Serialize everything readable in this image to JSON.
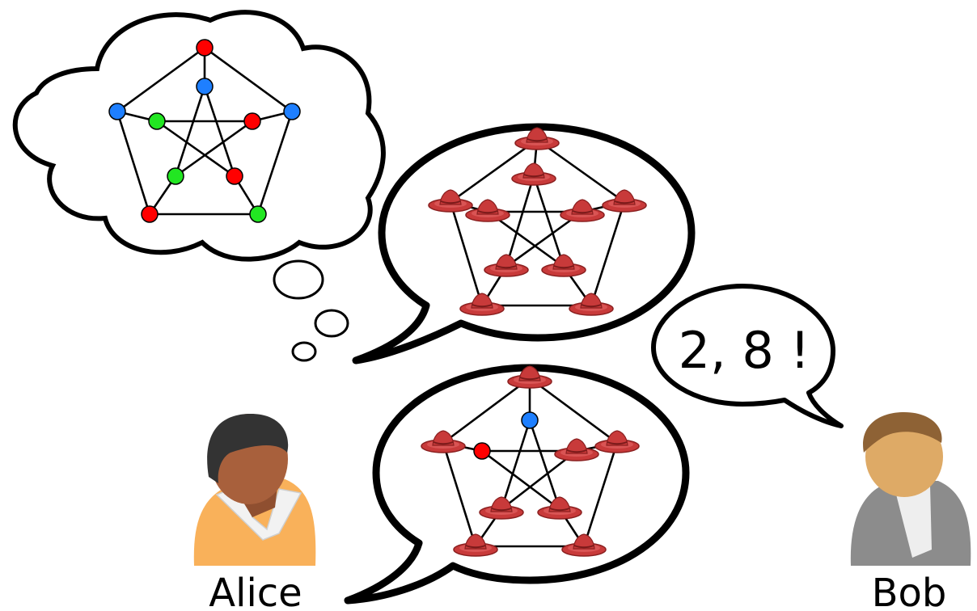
{
  "people": {
    "alice": {
      "name": "Alice",
      "skin": "#a8603c",
      "hair": "#333333",
      "shirt": "#f9b15a"
    },
    "bob": {
      "name": "Bob",
      "skin": "#deaa66",
      "hair": "#8e6235",
      "shirt": "#8c8c8c"
    }
  },
  "bob_speech": {
    "text": "2, 8 !"
  },
  "colors": {
    "red": "#ff0000",
    "blue": "#1e7fff",
    "green": "#22e622",
    "hat": "#c83a3a",
    "hat_light": "#e06060"
  },
  "graphs": {
    "edges": [
      [
        0,
        1
      ],
      [
        1,
        2
      ],
      [
        2,
        3
      ],
      [
        3,
        4
      ],
      [
        4,
        0
      ],
      [
        0,
        5
      ],
      [
        1,
        6
      ],
      [
        2,
        7
      ],
      [
        3,
        8
      ],
      [
        4,
        9
      ],
      [
        5,
        7
      ],
      [
        7,
        9
      ],
      [
        9,
        6
      ],
      [
        6,
        8
      ],
      [
        8,
        5
      ]
    ],
    "coloring": [
      "red",
      "blue",
      "green",
      "red",
      "blue",
      "blue",
      "red",
      "red",
      "green",
      "green"
    ],
    "committed": [
      "hat",
      "hat",
      "hat",
      "hat",
      "hat",
      "hat",
      "hat",
      "hat",
      "hat",
      "hat"
    ],
    "revealed": [
      "hat",
      "hat",
      "hat",
      "hat",
      "hat",
      "blue",
      "hat",
      "hat",
      "hat",
      "red"
    ]
  }
}
